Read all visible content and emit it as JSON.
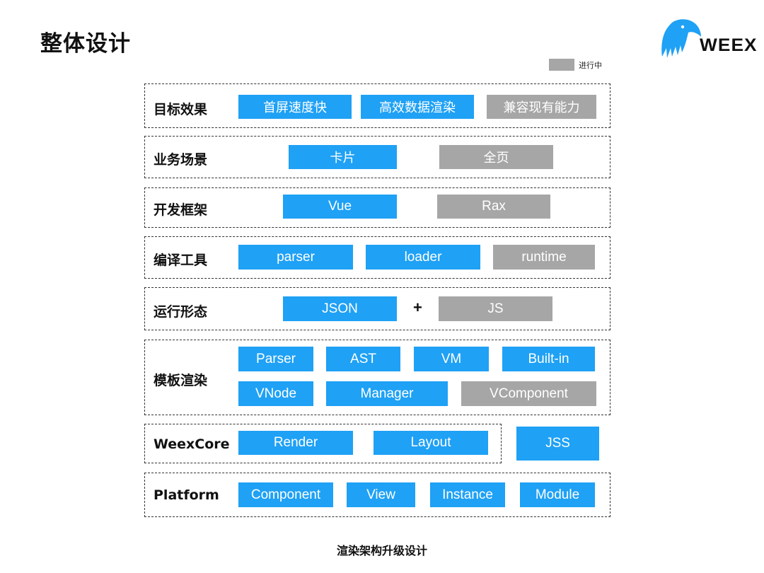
{
  "page": {
    "title": "整体设计",
    "caption": "渲染架构升级设计"
  },
  "logo": {
    "text": "WEEX"
  },
  "legend": {
    "label": "进行中",
    "color": "#a6a6a6"
  },
  "colors": {
    "done": "#1fa1f5",
    "in_progress": "#a6a6a6"
  },
  "rows": {
    "goals": {
      "label": "目标效果",
      "items": [
        "首屏速度快",
        "高效数据渲染",
        "兼容现有能力"
      ]
    },
    "scenes": {
      "label": "业务场景",
      "items": [
        "卡片",
        "全页"
      ]
    },
    "frameworks": {
      "label": "开发框架",
      "items": [
        "Vue",
        "Rax"
      ]
    },
    "tools": {
      "label": "编译工具",
      "items": [
        "parser",
        "loader",
        "runtime"
      ]
    },
    "runtime_form": {
      "label": "运行形态",
      "items": [
        "JSON",
        "JS"
      ],
      "operator": "+"
    },
    "template": {
      "label": "模板渲染",
      "items": [
        "Parser",
        "AST",
        "VM",
        "Built-in",
        "VNode",
        "Manager",
        "VComponent"
      ]
    },
    "weexcore": {
      "label": "WeexCore",
      "items": [
        "Render",
        "Layout"
      ],
      "side": "JSS"
    },
    "platform": {
      "label": "Platform",
      "items": [
        "Component",
        "View",
        "Instance",
        "Module"
      ]
    }
  }
}
